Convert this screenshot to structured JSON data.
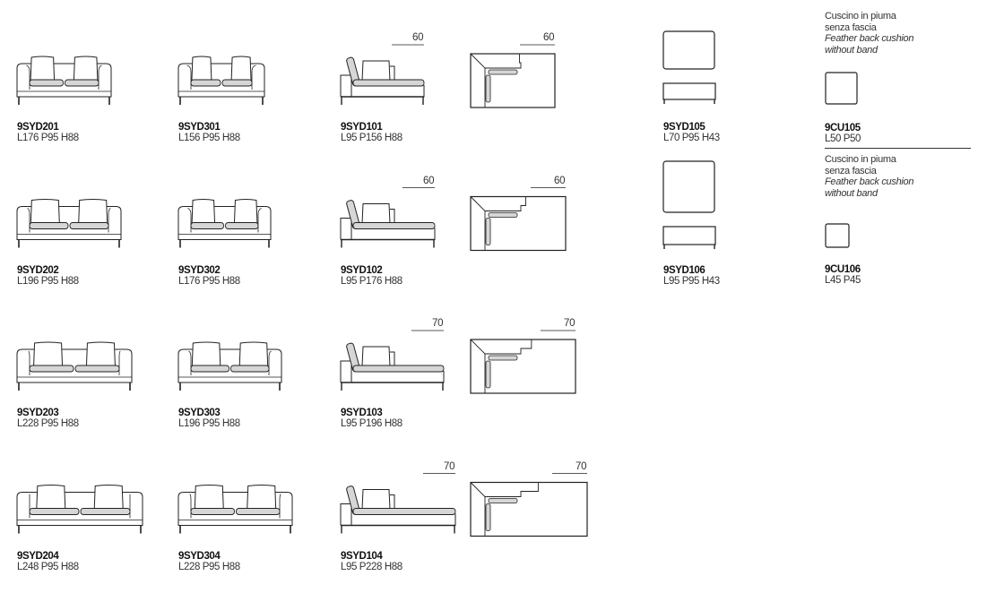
{
  "sofas_2seat": [
    {
      "code": "9SYD201",
      "dims": "L176 P95 H88"
    },
    {
      "code": "9SYD202",
      "dims": "L196 P95 H88"
    },
    {
      "code": "9SYD203",
      "dims": "L228 P95 H88"
    },
    {
      "code": "9SYD204",
      "dims": "L248 P95 H88"
    }
  ],
  "sofas_3seat": [
    {
      "code": "9SYD301",
      "dims": "L156 P95 H88"
    },
    {
      "code": "9SYD302",
      "dims": "L176 P95 H88"
    },
    {
      "code": "9SYD303",
      "dims": "L196 P95 H88"
    },
    {
      "code": "9SYD304",
      "dims": "L228 P95 H88"
    }
  ],
  "chaises": [
    {
      "code": "9SYD101",
      "dims": "L95 P156 H88",
      "dimension": "60"
    },
    {
      "code": "9SYD102",
      "dims": "L95 P176 H88",
      "dimension": "60"
    },
    {
      "code": "9SYD103",
      "dims": "L95 P196 H88",
      "dimension": "70"
    },
    {
      "code": "9SYD104",
      "dims": "L95 P228 H88",
      "dimension": "70"
    }
  ],
  "ottomans": [
    {
      "code": "9SYD105",
      "dims": "L70 P95 H43"
    },
    {
      "code": "9SYD106",
      "dims": "L95 P95 H43"
    }
  ],
  "cushions": [
    {
      "note_it_1": "Cuscino in piuma",
      "note_it_2": "senza fascia",
      "note_en_1": "Feather back cushion",
      "note_en_2": "without band",
      "code": "9CU105",
      "dims": "L50 P50"
    },
    {
      "note_it_1": "Cuscino in piuma",
      "note_it_2": "senza fascia",
      "note_en_1": "Feather back cushion",
      "note_en_2": "without band",
      "code": "9CU106",
      "dims": "L45 P45"
    }
  ]
}
